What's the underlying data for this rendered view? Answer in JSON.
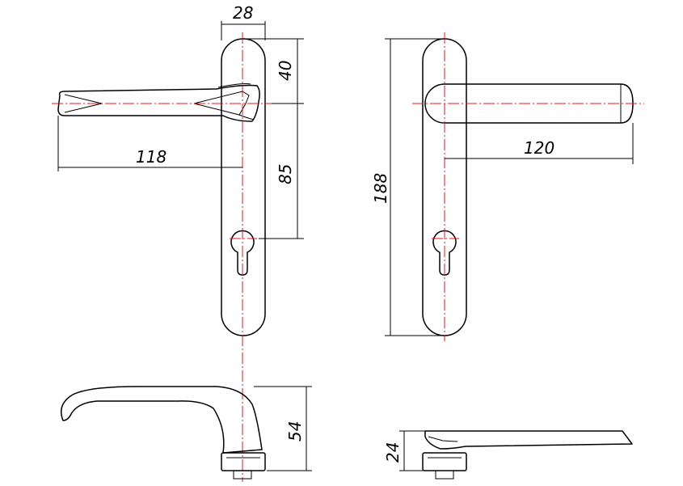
{
  "dimensions": {
    "plate_width": "28",
    "handle_axis_from_top": "40",
    "handle_to_keyhole": "85",
    "handle_length_a": "118",
    "plate_height": "188",
    "handle_length_b": "120",
    "handle_height_a": "54",
    "handle_height_b": "24"
  },
  "colors": {
    "outline": "#000000",
    "centerline": "#e8141c",
    "background": "#ffffff"
  }
}
